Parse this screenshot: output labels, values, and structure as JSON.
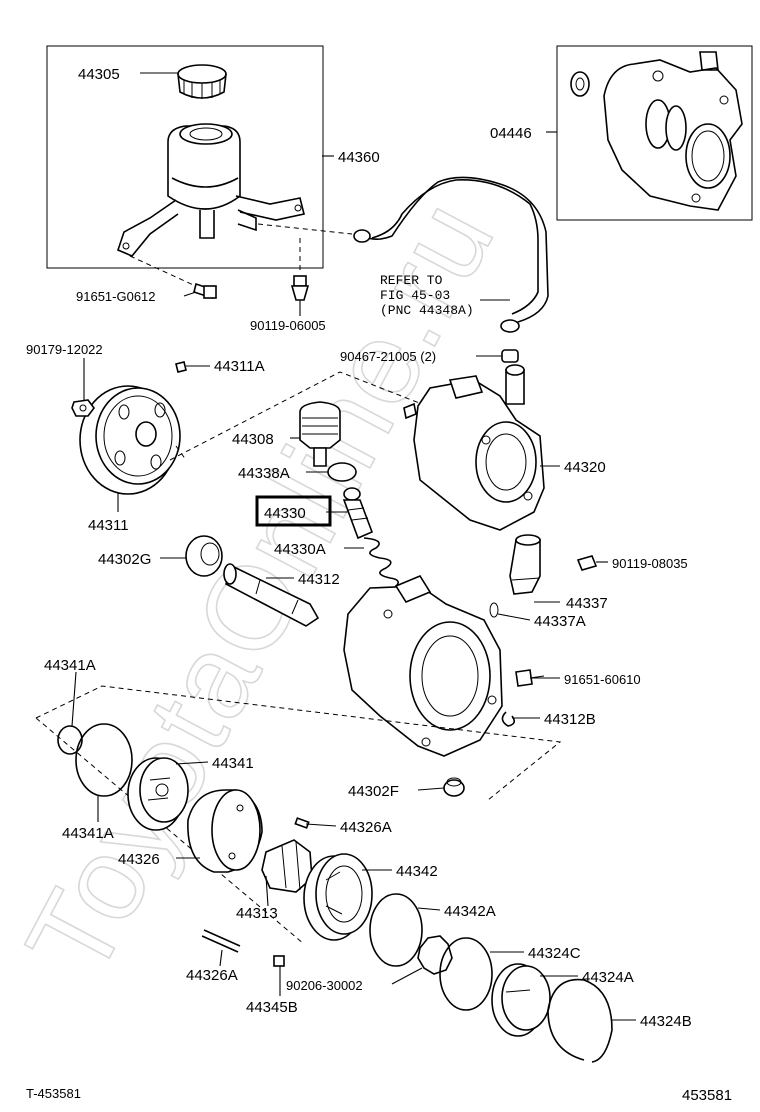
{
  "watermark": "ToyotaOnline.ru",
  "diagram": {
    "illustration_id": "T-453581",
    "figure_number": "453581",
    "refer_note": {
      "line1": "REFER TO",
      "line2": "FIG 45-03",
      "line3": "(PNC 44348A)"
    },
    "highlight_color": "#000000",
    "parts": {
      "p44305": "44305",
      "p44360": "44360",
      "p04446": "04446",
      "p91651_G0612": "91651-G0612",
      "p90119_06005": "90119-06005",
      "p90179_12022": "90179-12022",
      "p44311A": "44311A",
      "p90467_21005": "90467-21005 (2)",
      "p44308": "44308",
      "p44338A": "44338A",
      "p44320": "44320",
      "p44311": "44311",
      "p44330": "44330",
      "p44330A": "44330A",
      "p44302G": "44302G",
      "p44312": "44312",
      "p90119_08035": "90119-08035",
      "p44337": "44337",
      "p44337A": "44337A",
      "p91651_60610": "91651-60610",
      "p44341A_top": "44341A",
      "p44312B": "44312B",
      "p44341": "44341",
      "p44302F": "44302F",
      "p44341A_bottom": "44341A",
      "p44326A_right": "44326A",
      "p44326": "44326",
      "p44342": "44342",
      "p44313": "44313",
      "p44342A": "44342A",
      "p44324C": "44324C",
      "p44326A_left": "44326A",
      "p90206_30002": "90206-30002",
      "p44324A": "44324A",
      "p44345B": "44345B",
      "p44324B": "44324B"
    }
  }
}
